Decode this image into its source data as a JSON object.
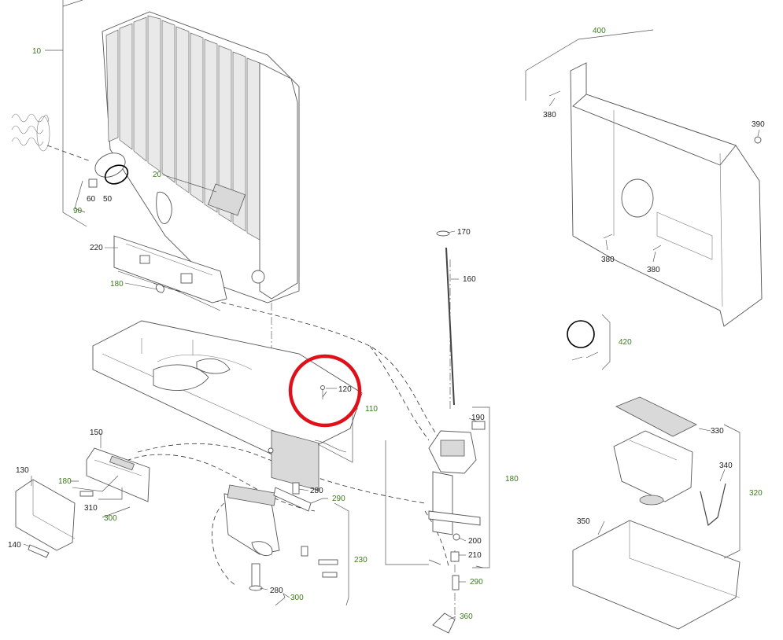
{
  "labels": {
    "l10": "10",
    "l20": "20",
    "l50": "50",
    "l60": "60",
    "l90": "90",
    "l110": "110",
    "l120": "120",
    "l130": "130",
    "l140": "140",
    "l150": "150",
    "l160": "160",
    "l170": "170",
    "l180_left": "180",
    "l180_mid": "180",
    "l180_right": "180",
    "l190": "190",
    "l200": "200",
    "l210": "210",
    "l220": "220",
    "l230": "230",
    "l280_top": "280",
    "l280_bot": "280",
    "l290_mid": "290",
    "l290_right": "290",
    "l300_left": "300",
    "l300_bot": "300",
    "l310": "310",
    "l320": "320",
    "l330": "330",
    "l340": "340",
    "l350": "350",
    "l360": "360",
    "l380_a": "380",
    "l380_b": "380",
    "l380_c": "380",
    "l390": "390",
    "l400": "400",
    "l420": "420"
  },
  "colors": {
    "label_black": "#222222",
    "label_green": "#3d7a1e",
    "highlight_circle": "#e0101a",
    "line": "#444444"
  },
  "highlight": {
    "target_part": "120"
  }
}
